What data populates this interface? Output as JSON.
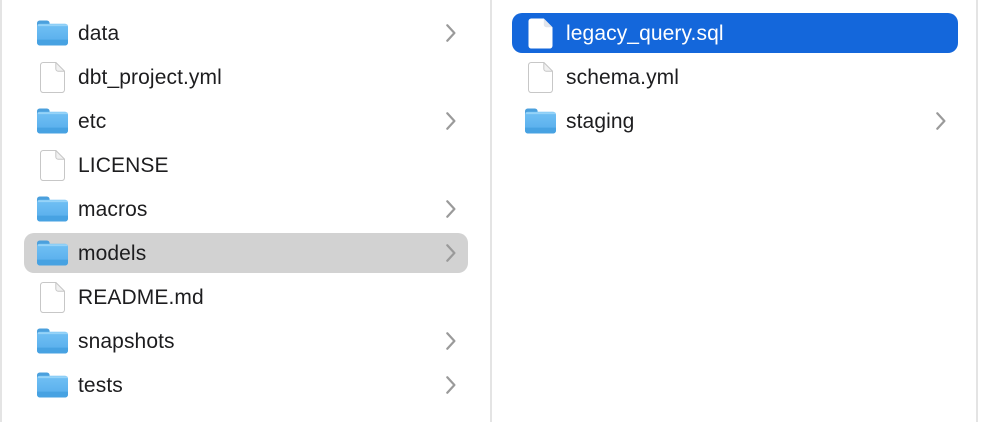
{
  "colors": {
    "background": "#ffffff",
    "divider": "#e4e4e4",
    "selection_active": "#1467db",
    "selection_inactive": "#d2d2d2",
    "text": "#1d1d1f",
    "text_selected": "#ffffff",
    "chevron": "#9a9a9a",
    "folder_blue_top": "#71c0f4",
    "folder_blue_bottom": "#55aceb",
    "folder_tab": "#4ba0dd"
  },
  "left_column": {
    "items": [
      {
        "name": "data",
        "type": "folder",
        "icon": "folder-icon",
        "chevron": true,
        "selected": "none"
      },
      {
        "name": "dbt_project.yml",
        "type": "file",
        "icon": "document-icon",
        "chevron": false,
        "selected": "none"
      },
      {
        "name": "etc",
        "type": "folder",
        "icon": "folder-icon",
        "chevron": true,
        "selected": "none"
      },
      {
        "name": "LICENSE",
        "type": "file",
        "icon": "document-icon",
        "chevron": false,
        "selected": "none"
      },
      {
        "name": "macros",
        "type": "folder",
        "icon": "folder-icon",
        "chevron": true,
        "selected": "none"
      },
      {
        "name": "models",
        "type": "folder",
        "icon": "folder-icon",
        "chevron": true,
        "selected": "inactive"
      },
      {
        "name": "README.md",
        "type": "file",
        "icon": "document-icon",
        "chevron": false,
        "selected": "none"
      },
      {
        "name": "snapshots",
        "type": "folder",
        "icon": "folder-icon",
        "chevron": true,
        "selected": "none"
      },
      {
        "name": "tests",
        "type": "folder",
        "icon": "folder-icon",
        "chevron": true,
        "selected": "none"
      }
    ]
  },
  "right_column": {
    "items": [
      {
        "name": "legacy_query.sql",
        "type": "file",
        "icon": "document-icon",
        "chevron": false,
        "selected": "active"
      },
      {
        "name": "schema.yml",
        "type": "file",
        "icon": "document-icon",
        "chevron": false,
        "selected": "none"
      },
      {
        "name": "staging",
        "type": "folder",
        "icon": "folder-icon",
        "chevron": true,
        "selected": "none"
      }
    ]
  }
}
